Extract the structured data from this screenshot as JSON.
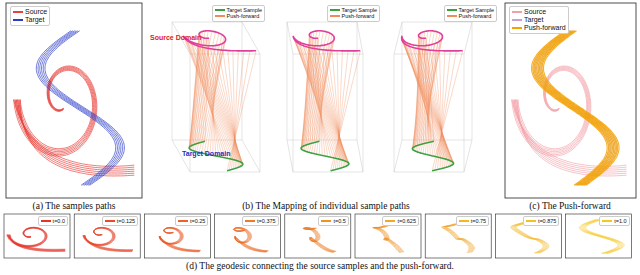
{
  "diagram": {
    "labels": [
      "Source Domain",
      "Target Domain",
      "(a) The samples paths",
      "(b) The Mapping of individual sample paths",
      "(c) The Push-forward",
      "(d) The geodesic connecting the source samples and the push-forward."
    ],
    "legend": [
      {
        "text": "Source",
        "color": "#e8403a"
      },
      {
        "text": "Target",
        "color": "#2a3cc8"
      },
      {
        "text": "Target Sample",
        "color": "#3aa040"
      },
      {
        "text": "Push-forward",
        "color": "#f08a5a"
      },
      {
        "text": "Target Sample",
        "color": "#3aa040"
      },
      {
        "text": "Push-forward",
        "color": "#f08a5a"
      },
      {
        "text": "Target Sample",
        "color": "#3aa040"
      },
      {
        "text": "Push-forward",
        "color": "#f08a5a"
      },
      {
        "text": "Source",
        "color": "#f2a0a8"
      },
      {
        "text": "Target",
        "color": "#c9a0d0"
      },
      {
        "text": "Push-forward",
        "color": "#f5a300"
      },
      {
        "text": "t=0.0",
        "color": "#e63228"
      },
      {
        "text": "t=0.125",
        "color": "#e74a27"
      },
      {
        "text": "t=0.25",
        "color": "#eb6326"
      },
      {
        "text": "t=0.375",
        "color": "#ed7b25"
      },
      {
        "text": "t=0.5",
        "color": "#ee9424"
      },
      {
        "text": "t=0.625",
        "color": "#f0a923"
      },
      {
        "text": "t=0.75",
        "color": "#f2b822"
      },
      {
        "text": "t=0.875",
        "color": "#f4c21f"
      },
      {
        "text": "t=1.0",
        "color": "#f5c81e"
      }
    ]
  }
}
